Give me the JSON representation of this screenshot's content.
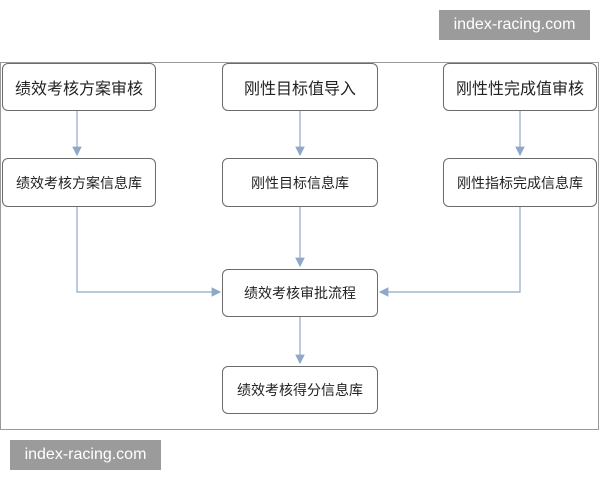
{
  "watermark": {
    "text": "index-racing.com"
  },
  "diagram": {
    "nodes": {
      "plan_review": "绩效考核方案审核",
      "target_import": "刚性目标值导入",
      "completion_review": "刚性性完成值审核",
      "plan_db": "绩效考核方案信息库",
      "target_db": "刚性目标信息库",
      "completion_db": "刚性指标完成信息库",
      "approval": "绩效考核审批流程",
      "score_db": "绩效考核得分信息库"
    },
    "edges": [
      [
        "plan_review",
        "plan_db"
      ],
      [
        "target_import",
        "target_db"
      ],
      [
        "completion_review",
        "completion_db"
      ],
      [
        "plan_db",
        "approval"
      ],
      [
        "target_db",
        "approval"
      ],
      [
        "completion_db",
        "approval"
      ],
      [
        "approval",
        "score_db"
      ]
    ],
    "colors": {
      "node_border": "#6b6b6b",
      "wire": "#8fa8c8",
      "watermark_bg": "#9b9b9b"
    }
  }
}
